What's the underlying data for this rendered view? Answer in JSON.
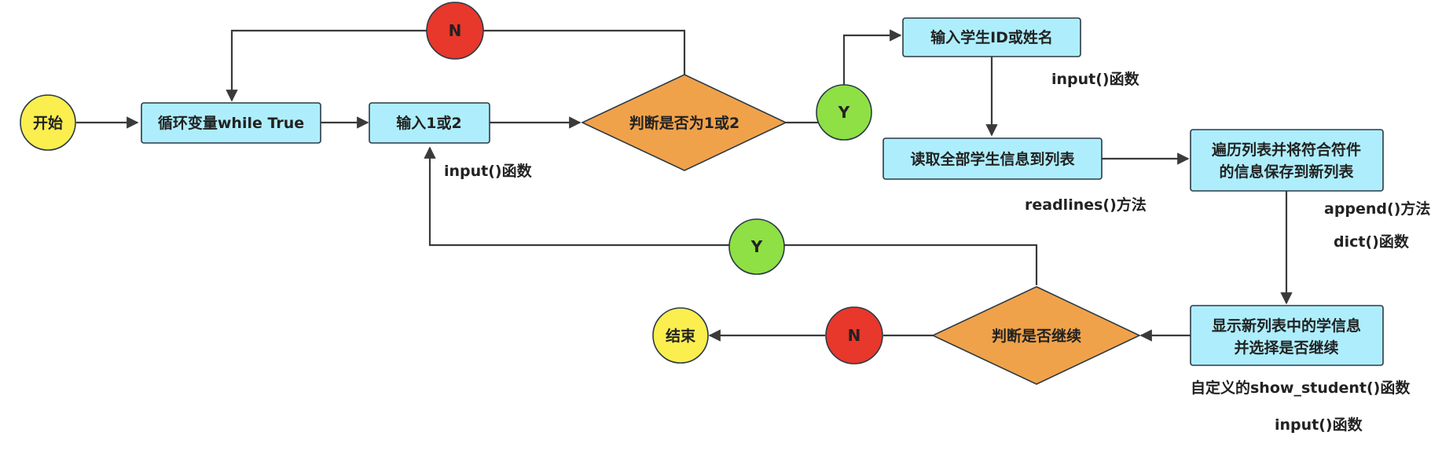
{
  "diagram": {
    "nodes": {
      "start": "开始",
      "loop": "循环变量while True",
      "input_choice": "输入1或2",
      "decision_choice": "判断是否为1或2",
      "no_top": "N",
      "yes_right": "Y",
      "input_id": "输入学生ID或姓名",
      "read_all": "读取全部学生信息到列表",
      "traverse_line1": "遍历列表并将符合符件",
      "traverse_line2": "的信息保存到新列表",
      "show_line1": "显示新列表中的学信息",
      "show_line2": "并选择是否继续",
      "decision_continue": "判断是否继续",
      "yes_back": "Y",
      "no_end": "N",
      "end": "结束"
    },
    "notes": {
      "input_fn_1": "input()函数",
      "input_fn_2": "input()函数",
      "readlines": "readlines()方法",
      "append": "append()方法",
      "dict": "dict()函数",
      "show_student": "自定义的show_student()函数",
      "input_fn_3": "input()函数"
    },
    "colors": {
      "process_fill": "#aeeefc",
      "process_stroke": "#2b3a45",
      "decision_fill": "#f0a24a",
      "terminal_fill": "#fbee4f",
      "yes_fill": "#8ee045",
      "no_fill": "#e8372b",
      "edge": "#3a3a3a"
    }
  }
}
